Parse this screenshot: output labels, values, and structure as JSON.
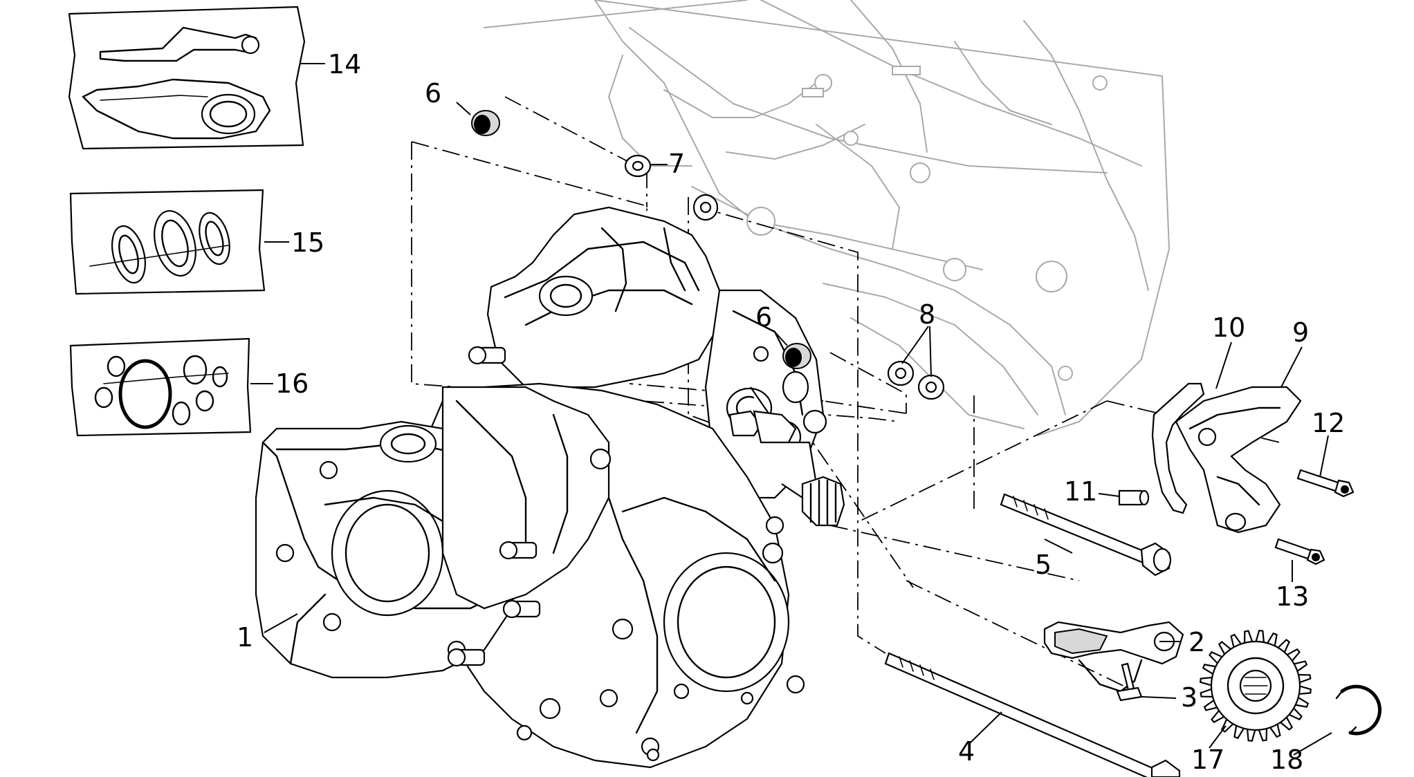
{
  "callouts": [
    {
      "id": "1",
      "label": "1"
    },
    {
      "id": "2",
      "label": "2"
    },
    {
      "id": "3",
      "label": "3"
    },
    {
      "id": "4",
      "label": "4"
    },
    {
      "id": "5",
      "label": "5"
    },
    {
      "id": "6a",
      "label": "6"
    },
    {
      "id": "6b",
      "label": "6"
    },
    {
      "id": "7",
      "label": "7"
    },
    {
      "id": "8",
      "label": "8"
    },
    {
      "id": "9",
      "label": "9"
    },
    {
      "id": "10",
      "label": "10"
    },
    {
      "id": "11",
      "label": "11"
    },
    {
      "id": "12",
      "label": "12"
    },
    {
      "id": "13",
      "label": "13"
    },
    {
      "id": "14",
      "label": "14"
    },
    {
      "id": "15",
      "label": "15"
    },
    {
      "id": "16",
      "label": "16"
    },
    {
      "id": "17",
      "label": "17"
    },
    {
      "id": "18",
      "label": "18"
    }
  ],
  "parts": [
    {
      "number": "1",
      "icon": "engine-block-icon"
    },
    {
      "number": "2",
      "icon": "gear-shift-lever-icon"
    },
    {
      "number": "3",
      "icon": "screw-icon"
    },
    {
      "number": "4",
      "icon": "long-bolt-icon"
    },
    {
      "number": "5",
      "icon": "bolt-icon"
    },
    {
      "number": "6",
      "icon": "bushing-icon"
    },
    {
      "number": "7",
      "icon": "washer-icon"
    },
    {
      "number": "8",
      "icon": "washer-icon"
    },
    {
      "number": "9",
      "icon": "sprocket-cover-icon"
    },
    {
      "number": "10",
      "icon": "chain-guide-icon"
    },
    {
      "number": "11",
      "icon": "pin-icon"
    },
    {
      "number": "12",
      "icon": "screw-icon"
    },
    {
      "number": "13",
      "icon": "screw-icon"
    },
    {
      "number": "14",
      "icon": "gasket-kit-icon"
    },
    {
      "number": "15",
      "icon": "oil-seal-kit-icon"
    },
    {
      "number": "16",
      "icon": "o-ring-kit-icon"
    },
    {
      "number": "17",
      "icon": "sprocket-icon"
    },
    {
      "number": "18",
      "icon": "circlip-icon"
    }
  ]
}
